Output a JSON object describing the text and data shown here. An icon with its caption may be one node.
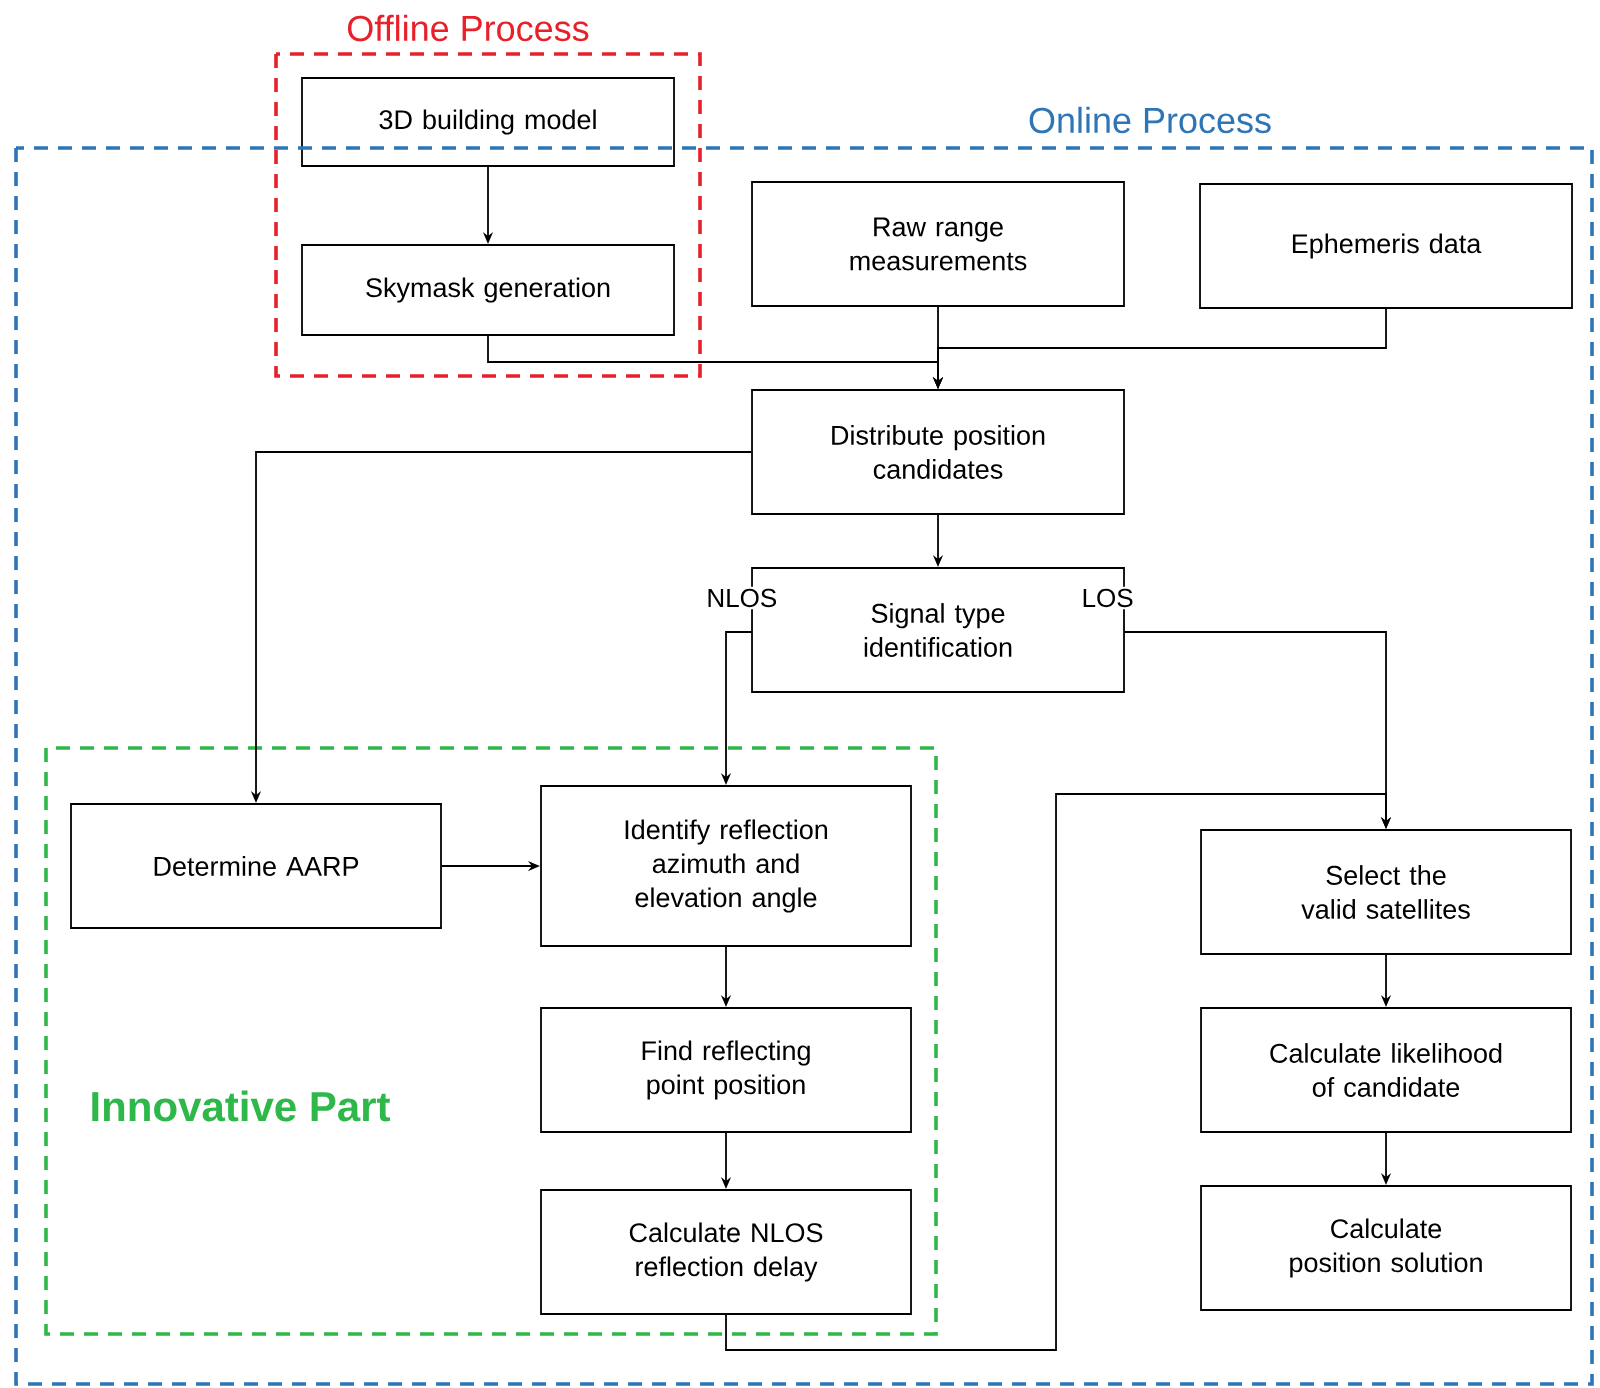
{
  "diagram": {
    "nodes": [
      {
        "text": [
          "Offline Process"
        ]
      },
      {
        "text": [
          "3D building model"
        ],
        "in": 0
      },
      {
        "text": [
          "Skymask generation"
        ]
      },
      {
        "text": [
          "Online Process"
        ]
      },
      {
        "text": [
          "Raw range measurements"
        ],
        "in": 3
      },
      {
        "text": [
          "Ephemeris data"
        ],
        "in": 3
      },
      {
        "text": [
          "Distribute position candidates"
        ],
        "in": 3
      },
      {
        "text": [
          "Signal type identification"
        ],
        "in": 3
      },
      {
        "text": [
          "Innovative Part"
        ],
        "in": 3
      },
      {
        "text": [
          "Determine AARP"
        ],
        "in": 8
      },
      {
        "text": [
          "Identify reflection azimuth and elevation angle"
        ],
        "in": 8
      },
      {
        "text": [
          "Find reflecting point position"
        ],
        "in": 8
      },
      {
        "text": [
          "Calculate NLOS reflection delay"
        ],
        "in": 8
      },
      {
        "text": [
          "Select the valid satellites"
        ],
        "in": 3
      },
      {
        "text": [
          "Calculate likelihood of candidate"
        ],
        "in": 3
      },
      {
        "text": [
          "Calculate position solution"
        ],
        "in": 3
      }
    ],
    "edges": [
      {
        "from": 1,
        "to": 2,
        "arrow": "to"
      },
      {
        "from": 2,
        "to": 6,
        "arrow": "to"
      },
      {
        "from": 4,
        "to": 6,
        "arrow": "to"
      },
      {
        "from": 5,
        "to": 6,
        "arrow": "to"
      },
      {
        "from": 6,
        "to": 7,
        "arrow": "to"
      },
      {
        "from": 6,
        "to": 9,
        "arrow": "to"
      },
      {
        "from": 7,
        "to": 10,
        "label": "NLOS",
        "arrow": "to"
      },
      {
        "from": 7,
        "to": 13,
        "label": "LOS",
        "arrow": "to"
      },
      {
        "from": 9,
        "to": 10,
        "arrow": "to"
      },
      {
        "from": 10,
        "to": 11,
        "arrow": "to"
      },
      {
        "from": 11,
        "to": 12,
        "arrow": "to"
      },
      {
        "from": 12,
        "to": 13,
        "arrow": "to"
      },
      {
        "from": 13,
        "to": 14,
        "arrow": "to"
      },
      {
        "from": 14,
        "to": 15,
        "arrow": "to"
      }
    ]
  }
}
